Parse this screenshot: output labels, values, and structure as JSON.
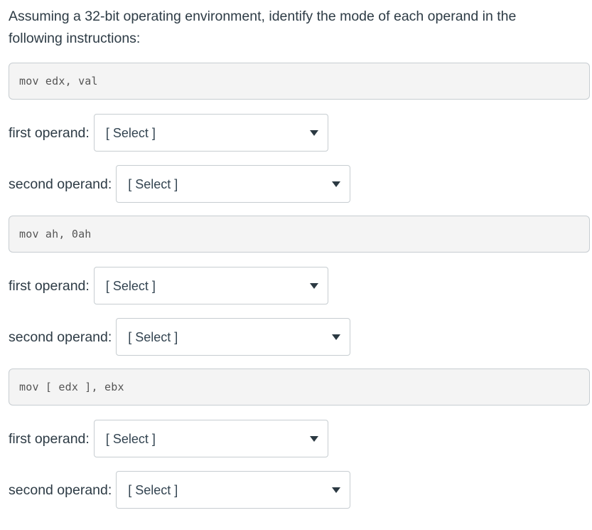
{
  "prompt": "Assuming a 32-bit operating environment, identify the mode of each operand in the following instructions:",
  "labels": {
    "first_operand": "first operand:",
    "second_operand": "second operand:"
  },
  "select_placeholder": "[ Select ]",
  "colors": {
    "text": "#2d3b45",
    "code_text": "#555555",
    "code_background": "#f4f4f4",
    "border": "#c7cdd1",
    "select_value_text": "#334451",
    "arrow": "#2b3942",
    "page_background": "#ffffff"
  },
  "questions": [
    {
      "instruction": "mov edx, val",
      "first_operand_value": "[ Select ]",
      "second_operand_value": "[ Select ]"
    },
    {
      "instruction": "mov ah, 0ah",
      "first_operand_value": "[ Select ]",
      "second_operand_value": "[ Select ]"
    },
    {
      "instruction": "mov [ edx ], ebx",
      "first_operand_value": "[ Select ]",
      "second_operand_value": "[ Select ]"
    }
  ]
}
